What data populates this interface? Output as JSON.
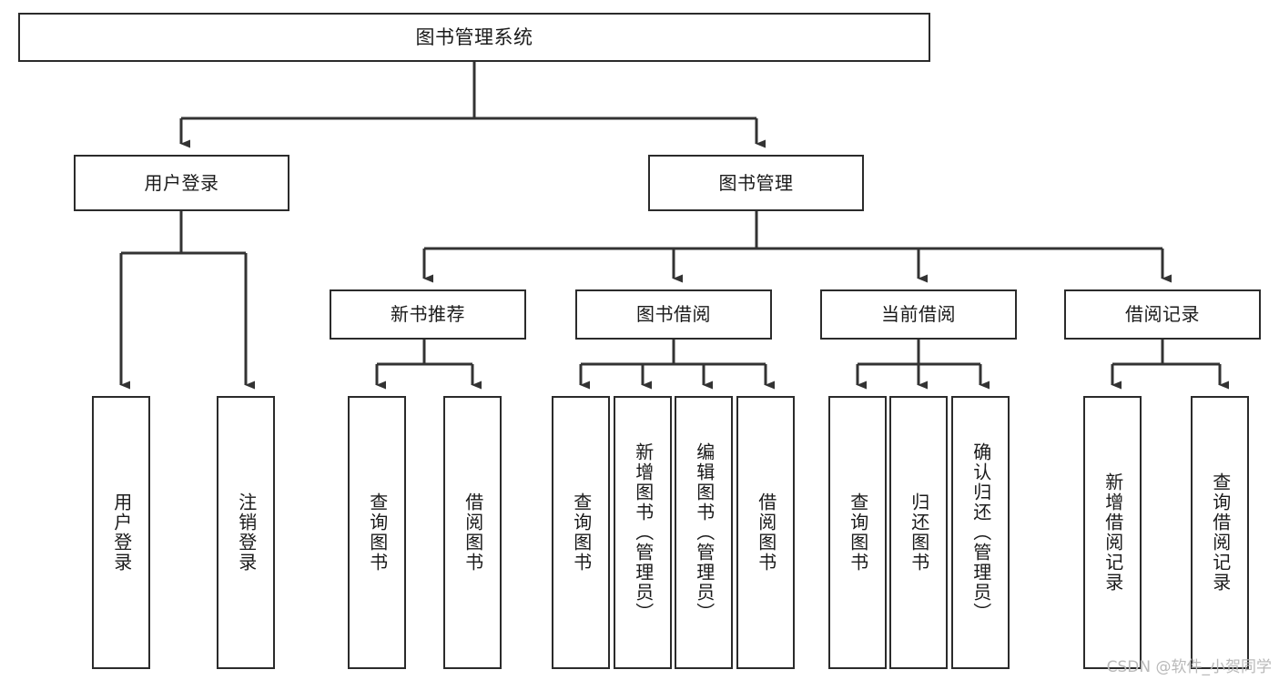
{
  "diagram": {
    "title": "图书管理系统",
    "type": "tree-hierarchy-diagram",
    "root": {
      "id": "root",
      "label": "图书管理系统"
    },
    "level2": [
      {
        "id": "user-login",
        "label": "用户登录"
      },
      {
        "id": "book-manage",
        "label": "图书管理"
      }
    ],
    "level3": [
      {
        "id": "new-book-rec",
        "label": "新书推荐"
      },
      {
        "id": "book-borrow",
        "label": "图书借阅"
      },
      {
        "id": "current-borrow",
        "label": "当前借阅"
      },
      {
        "id": "borrow-record",
        "label": "借阅记录"
      }
    ],
    "leaves": {
      "user_login": [
        {
          "id": "leaf-user-login",
          "label": "用户登录"
        },
        {
          "id": "leaf-logout-login",
          "label": "注销登录"
        }
      ],
      "new_book_rec": [
        {
          "id": "leaf-query-book-1",
          "label": "查询图书"
        },
        {
          "id": "leaf-borrow-book-1",
          "label": "借阅图书"
        }
      ],
      "book_borrow": [
        {
          "id": "leaf-query-book-2",
          "label": "查询图书"
        },
        {
          "id": "leaf-add-book",
          "label": "新增图书（管理员）"
        },
        {
          "id": "leaf-edit-book",
          "label": "编辑图书（管理员）"
        },
        {
          "id": "leaf-borrow-book-2",
          "label": "借阅图书"
        }
      ],
      "current_borrow": [
        {
          "id": "leaf-query-book-3",
          "label": "查询图书"
        },
        {
          "id": "leaf-return-book",
          "label": "归还图书"
        },
        {
          "id": "leaf-confirm-return",
          "label": "确认归还（管理员）"
        }
      ],
      "borrow_record": [
        {
          "id": "leaf-add-record",
          "label": "新增借阅记录"
        },
        {
          "id": "leaf-query-record",
          "label": "查询借阅记录"
        }
      ]
    }
  },
  "watermark": {
    "text": "CSDN @软件_小贺同学"
  },
  "colors": {
    "box_border": "#2b2b2b",
    "box_fill": "#ffffff",
    "connector": "#333333",
    "text": "#1a1a1a",
    "watermark": "#b9b9b9",
    "background": "#ffffff"
  }
}
